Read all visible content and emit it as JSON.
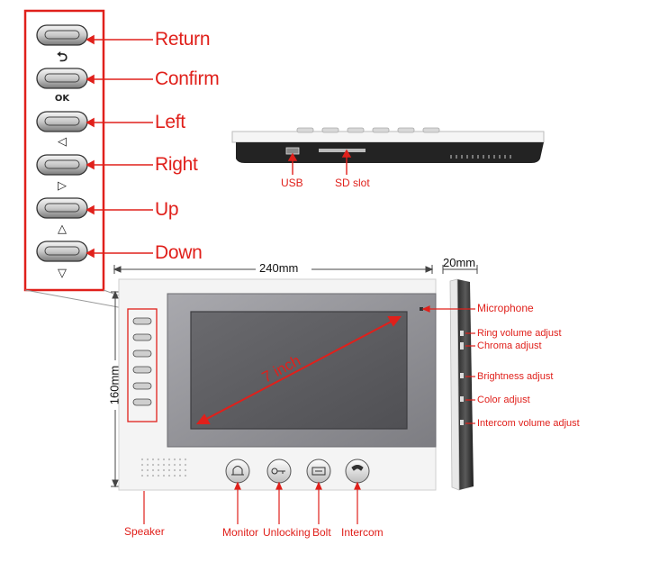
{
  "colors": {
    "accent": "#e0201b",
    "screen": "#5f5f63",
    "bezel": "#8d8d92",
    "frame": "#f2f2f2"
  },
  "buttons_panel": {
    "items": [
      {
        "label": "Return",
        "glyph": "⮌"
      },
      {
        "label": "Confirm",
        "glyph": "OK"
      },
      {
        "label": "Left",
        "glyph": "◁"
      },
      {
        "label": "Right",
        "glyph": "▷"
      },
      {
        "label": "Up",
        "glyph": "△"
      },
      {
        "label": "Down",
        "glyph": "▽"
      }
    ]
  },
  "top_view": {
    "usb": "USB",
    "sd": "SD slot"
  },
  "dimensions": {
    "width": "240mm",
    "depth": "20mm",
    "height": "160mm",
    "diagonal": "7 inch"
  },
  "side_controls": {
    "microphone": "Microphone",
    "ring": "Ring volume adjust",
    "chroma": "Chroma adjust",
    "brightness": "Brightness adjust",
    "color": "Color adjust",
    "intercom_volume": "Intercom volume adjust"
  },
  "bottom_controls": {
    "speaker": "Speaker",
    "monitor": "Monitor",
    "unlocking": "Unlocking",
    "bolt": "Bolt",
    "intercom": "Intercom"
  }
}
